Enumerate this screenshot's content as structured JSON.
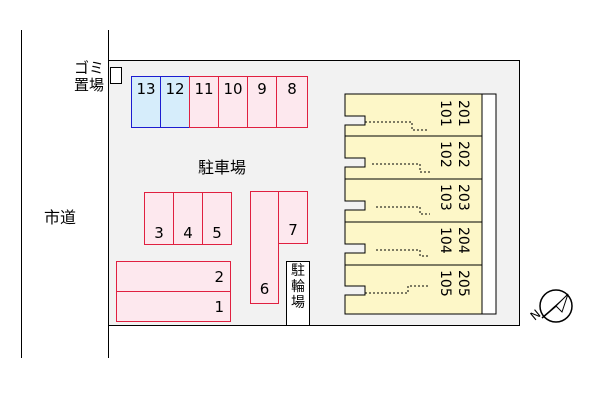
{
  "road_label": "市道",
  "garbage_label": "ゴミ置場",
  "parking_label": "駐車場",
  "bike_parking_label": "駐輪場",
  "top_spaces": [
    {
      "number": "13",
      "color": "blue"
    },
    {
      "number": "12",
      "color": "blue"
    },
    {
      "number": "11",
      "color": "pink"
    },
    {
      "number": "10",
      "color": "pink"
    },
    {
      "number": "9",
      "color": "pink"
    },
    {
      "number": "8",
      "color": "pink"
    }
  ],
  "middle_spaces": [
    "3",
    "4",
    "5"
  ],
  "space_7": "7",
  "space_6": "6",
  "space_2": "2",
  "space_1": "1",
  "units": [
    {
      "upper": "201",
      "lower": "101"
    },
    {
      "upper": "202",
      "lower": "102"
    },
    {
      "upper": "203",
      "lower": "103"
    },
    {
      "upper": "204",
      "lower": "104"
    },
    {
      "upper": "205",
      "lower": "105"
    }
  ],
  "compass_label": "N",
  "colors": {
    "pink_fill": "#fde8ee",
    "pink_border": "#e02040",
    "blue_fill": "#d6edfb",
    "blue_border": "#1c1cd0",
    "building_fill": "#fdf7c8"
  }
}
